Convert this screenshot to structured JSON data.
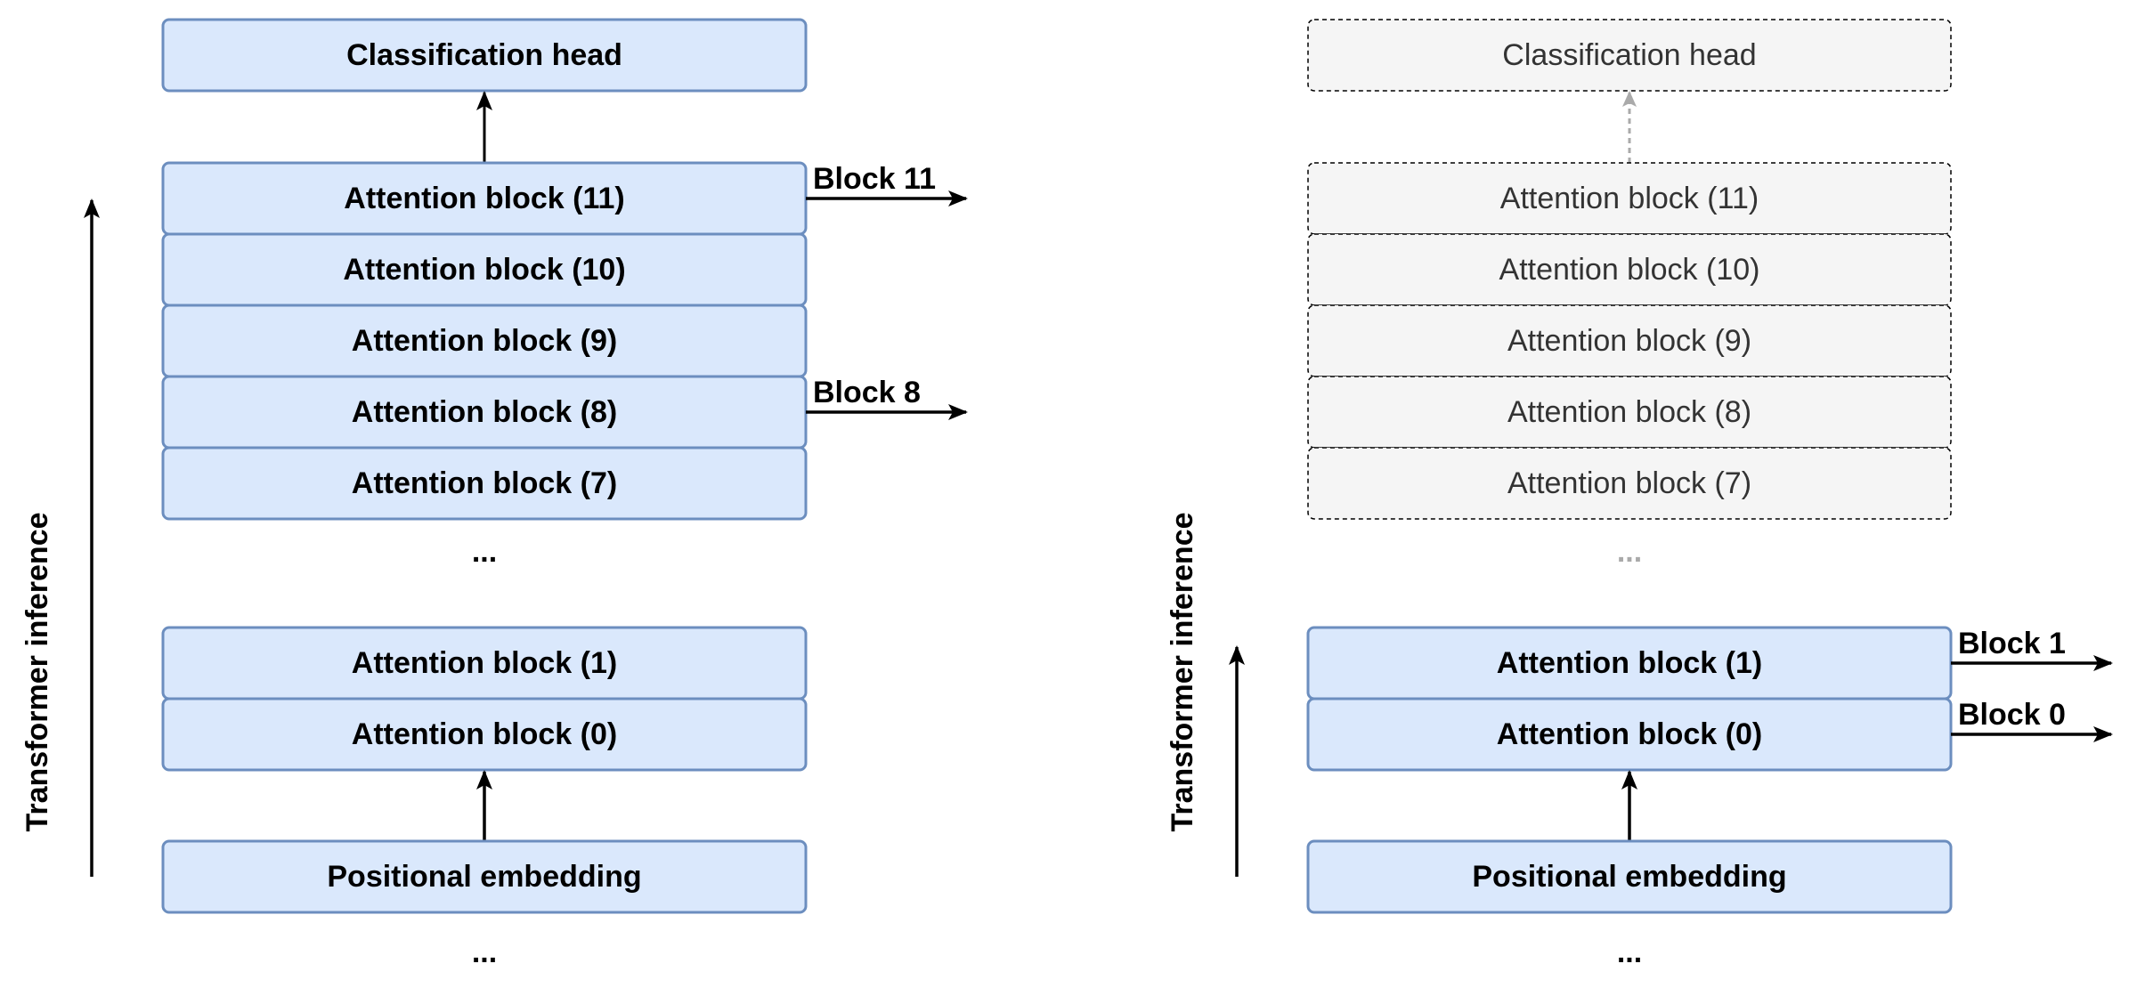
{
  "colors": {
    "active_fill": "#dae8fc",
    "active_stroke": "#6c8ebf",
    "inactive_fill": "#f5f5f5",
    "inactive_stroke": "#000000",
    "inactive_text": "#333333",
    "inactive_arrow": "#aaaaaa",
    "text": "#000000"
  },
  "panels": [
    {
      "axis_label": "Transformer inference",
      "head_label": "Classification head",
      "head_active": true,
      "upper_blocks": [
        {
          "label": "Attention block (11)",
          "active": true,
          "output": "Block 11"
        },
        {
          "label": "Attention block (10)",
          "active": true,
          "output": ""
        },
        {
          "label": "Attention block (9)",
          "active": true,
          "output": ""
        },
        {
          "label": "Attention block (8)",
          "active": true,
          "output": "Block 8"
        },
        {
          "label": "Attention block (7)",
          "active": true,
          "output": ""
        }
      ],
      "middle_ellipsis": "...",
      "middle_ellipsis_active": true,
      "lower_blocks": [
        {
          "label": "Attention block (1)",
          "active": true,
          "output": ""
        },
        {
          "label": "Attention block (0)",
          "active": true,
          "output": ""
        }
      ],
      "embedding_label": "Positional embedding",
      "bottom_ellipsis": "..."
    },
    {
      "axis_label": "Transformer inference",
      "head_label": "Classification head",
      "head_active": false,
      "upper_blocks": [
        {
          "label": "Attention block (11)",
          "active": false,
          "output": ""
        },
        {
          "label": "Attention block (10)",
          "active": false,
          "output": ""
        },
        {
          "label": "Attention block (9)",
          "active": false,
          "output": ""
        },
        {
          "label": "Attention block (8)",
          "active": false,
          "output": ""
        },
        {
          "label": "Attention block (7)",
          "active": false,
          "output": ""
        }
      ],
      "middle_ellipsis": "...",
      "middle_ellipsis_active": false,
      "lower_blocks": [
        {
          "label": "Attention block (1)",
          "active": true,
          "output": "Block 1"
        },
        {
          "label": "Attention block (0)",
          "active": true,
          "output": "Block 0"
        }
      ],
      "embedding_label": "Positional embedding",
      "bottom_ellipsis": "..."
    }
  ]
}
